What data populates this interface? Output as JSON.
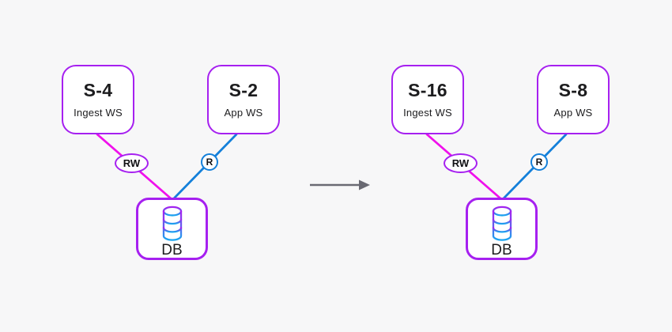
{
  "canvas": {
    "background": "#F7F7F8"
  },
  "colors": {
    "node_border": "#A620F0",
    "edge_rw": "#F010EC",
    "edge_r": "#1480DA",
    "arrow": "#6A6A73",
    "db_icon_top": "#A620F0",
    "db_icon_mid": "#5F62EC",
    "db_icon_bottom": "#18A6F0",
    "text": "#1C1C1E"
  },
  "clusters": [
    {
      "id": "before",
      "nodes": {
        "ingest": {
          "title": "S-4",
          "subtitle": "Ingest WS"
        },
        "app": {
          "title": "S-2",
          "subtitle": "App WS"
        },
        "db": {
          "label": "DB"
        }
      },
      "edges": {
        "rw": {
          "label": "RW"
        },
        "r": {
          "label": "R"
        }
      }
    },
    {
      "id": "after",
      "nodes": {
        "ingest": {
          "title": "S-16",
          "subtitle": "Ingest WS"
        },
        "app": {
          "title": "S-8",
          "subtitle": "App WS"
        },
        "db": {
          "label": "DB"
        }
      },
      "edges": {
        "rw": {
          "label": "RW"
        },
        "r": {
          "label": "R"
        }
      }
    }
  ]
}
